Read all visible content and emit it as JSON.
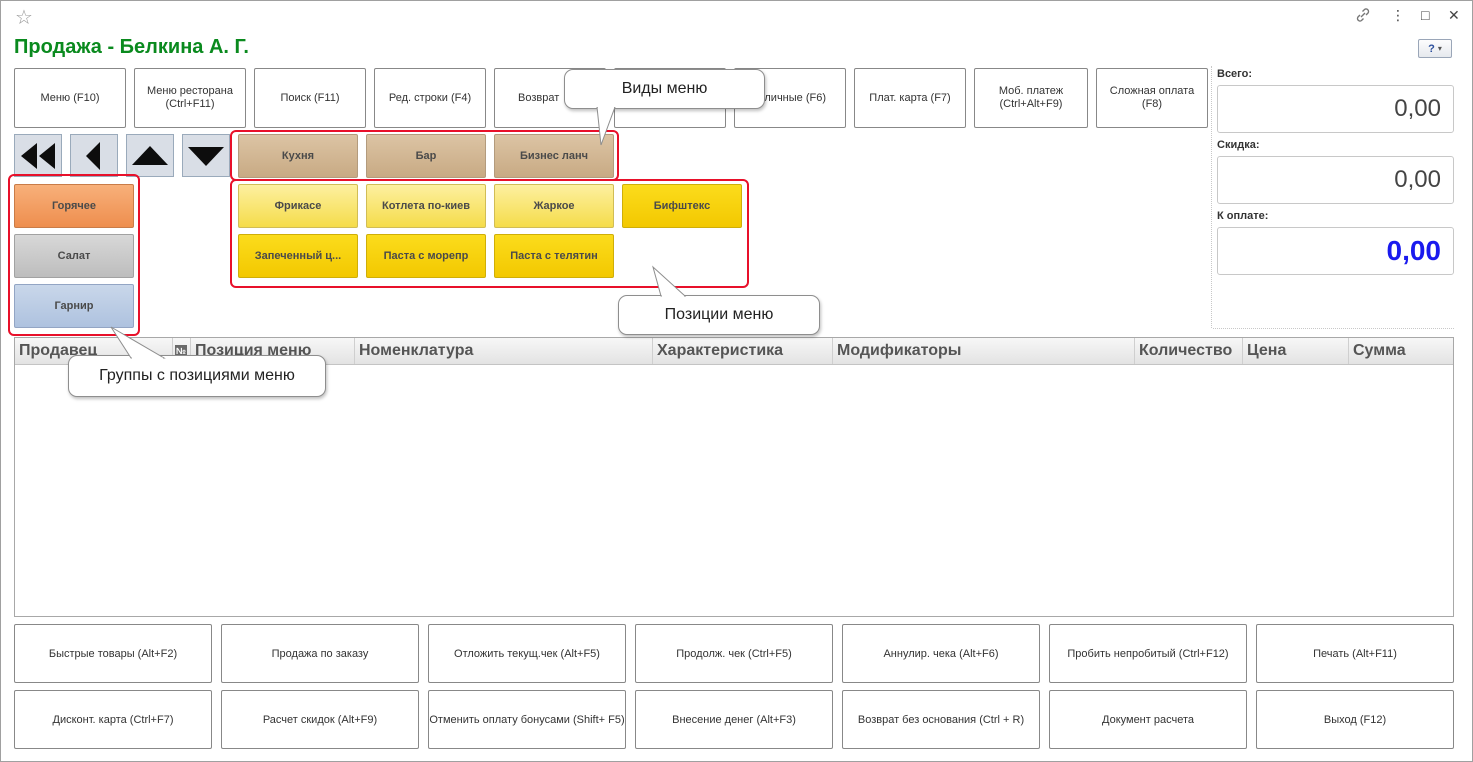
{
  "window": {
    "title": "Продажа - Белкина А. Г.",
    "star_icon": "☆",
    "link_icon": "link-icon",
    "more_icon": "⋮",
    "maximize_icon": "□",
    "close_icon": "✕",
    "help_label": "?"
  },
  "toolbar": {
    "menu": "Меню (F10)",
    "restaurant_menu": "Меню ресторана (Ctrl+F11)",
    "search": "Поиск (F11)",
    "edit_line": "Ред. строки (F4)",
    "return": "Возврат",
    "cash": "личные (F6)",
    "card": "Плат. карта (F7)",
    "mobile": "Моб. платеж (Ctrl+Alt+F9)",
    "complex": "Сложная оплата (F8)"
  },
  "menu_kinds": [
    "Кухня",
    "Бар",
    "Бизнес ланч"
  ],
  "groups": [
    "Горячее",
    "Салат",
    "Гарнир"
  ],
  "menu_items": [
    "Фрикасе",
    "Котлета по-киев",
    "Жаркое",
    "Бифштекс",
    "Запеченный ц...",
    "Паста с морепр",
    "Паста с телятин"
  ],
  "callouts": {
    "kinds": "Виды меню",
    "items": "Позиции меню",
    "groups": "Группы с позициями меню"
  },
  "totals": {
    "total_label": "Всего:",
    "total_value": "0,00",
    "discount_label": "Скидка:",
    "discount_value": "0,00",
    "to_pay_label": "К оплате:",
    "to_pay_value": "0,00",
    "to_pay_color": "#1a1aee"
  },
  "table": {
    "columns": [
      "Продавец",
      "№",
      "Позиция меню",
      "Номенклатура",
      "Характеристика",
      "Модификаторы",
      "Количество",
      "Цена",
      "Сумма"
    ]
  },
  "bottom_row1": [
    "Быстрые товары (Alt+F2)",
    "Продажа по заказу",
    "Отложить текущ.чек (Alt+F5)",
    "Продолж. чек (Ctrl+F5)",
    "Аннулир. чека (Alt+F6)",
    "Пробить непробитый (Ctrl+F12)",
    "Печать (Alt+F11)"
  ],
  "bottom_row2": [
    "Дисконт. карта (Ctrl+F7)",
    "Расчет скидок (Alt+F9)",
    "Отменить оплату бонусами (Shift+ F5)",
    "Внесение денег (Alt+F3)",
    "Возврат без основания (Ctrl + R)",
    "Документ расчета",
    "Выход (F12)"
  ],
  "colors": {
    "title": "#0a8a1e",
    "highlight_border": "#e8102a"
  }
}
